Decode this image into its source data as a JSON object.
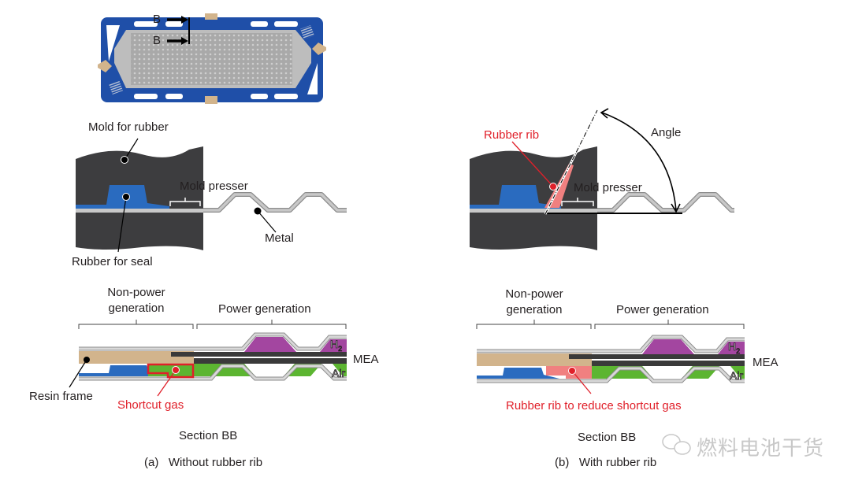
{
  "top_plate": {
    "section_marker_top": "B",
    "section_marker_bottom": "B"
  },
  "panel_a": {
    "mold_label": "Mold for rubber",
    "mold_presser_label": "Mold presser",
    "metal_label": "Metal",
    "rubber_seal_label": "Rubber for seal",
    "non_power_label_line1": "Non-power",
    "non_power_label_line2": "generation",
    "power_label": "Power generation",
    "h2_label": "H",
    "h2_sub": "2",
    "air_label": "Air",
    "mea_label": "MEA",
    "resin_frame_label": "Resin frame",
    "shortcut_gas_label": "Shortcut gas",
    "section_label": "Section BB",
    "caption": "(a)   Without rubber rib"
  },
  "panel_b": {
    "rubber_rib_label": "Rubber rib",
    "angle_label": "Angle",
    "mold_presser_label": "Mold presser",
    "non_power_label_line1": "Non-power",
    "non_power_label_line2": "generation",
    "power_label": "Power generation",
    "h2_label": "H",
    "h2_sub": "2",
    "air_label": "Air",
    "mea_label": "MEA",
    "rib_shortcut_label": "Rubber rib to reduce shortcut gas",
    "section_label": "Section BB",
    "caption": "(b)   With rubber rib"
  },
  "watermark": {
    "icon": "chat-bubble-icon",
    "text": "燃料电池干货"
  },
  "colors": {
    "mold": "#3d3d3f",
    "rubber_seal": "#2a6bbf",
    "metal": "#c8c8c8",
    "metal_edge": "#8c8c8c",
    "resin_frame": "#d2b48c",
    "h2_channel": "#a346a0",
    "air_channel": "#5cb531",
    "mea": "#3a3a3a",
    "rubber_rib": "#f08080",
    "highlight_red": "#e0202a",
    "plate_blue": "#1f4fa8",
    "plate_gray": "#b5b5b5"
  }
}
